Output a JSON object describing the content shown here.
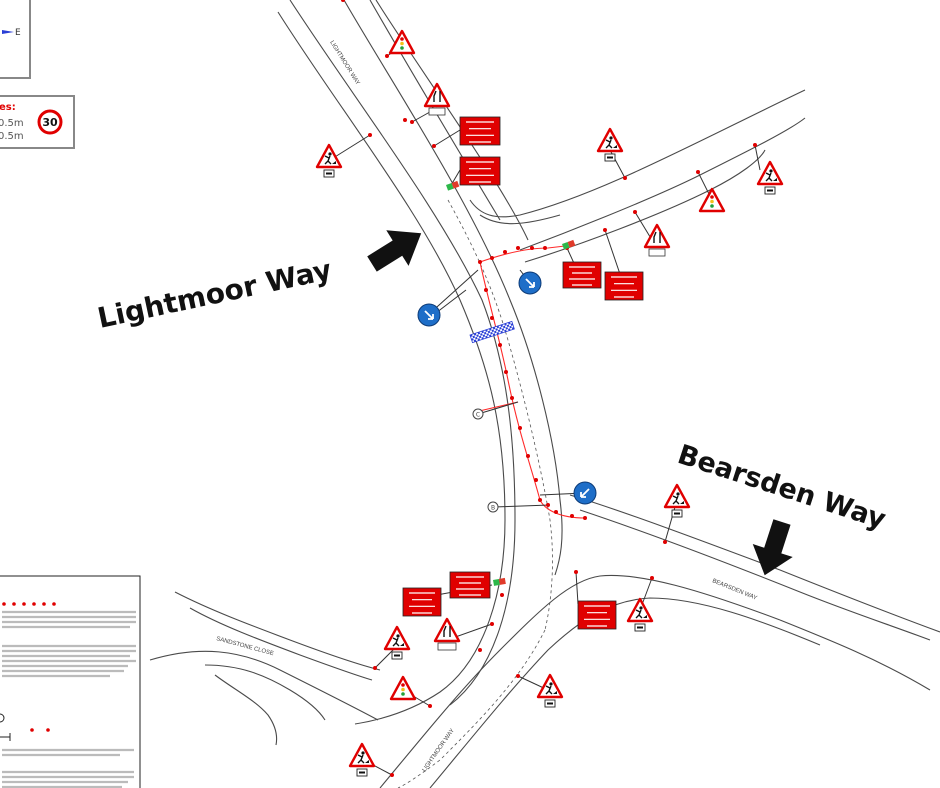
{
  "labels": {
    "lightmoor_way": "Lightmoor Way",
    "bearsden_way": "Bearsden Way"
  },
  "road_names": {
    "lightmoor_top": "LIGHTMOOR WAY",
    "lightmoor_bottom": "LIGHTMOOR WAY",
    "bearsden": "BEARSDEN WAY",
    "sandstone": "SANDSTONE CLOSE"
  },
  "compass": {
    "east": "E"
  },
  "speed_box": {
    "heading": "es:",
    "lines": [
      "0.5m",
      "0.5m"
    ],
    "speed_limit": "30"
  },
  "node_markers": {
    "upper": "C",
    "lower": "B"
  },
  "colors": {
    "sign_red": "#e00000",
    "keep_left_blue": "#1e6ec8",
    "crossing_blue": "#2a3fd6",
    "cone_red": "#ff2a2a",
    "arrow": "#111111"
  },
  "icons": [
    "roadworks-sign-icon",
    "traffic-signals-sign-icon",
    "road-narrows-sign-icon",
    "keep-left-sign-icon",
    "speed-limit-30-icon",
    "information-panel-icon",
    "direction-arrow-icon",
    "compass-arrow-icon"
  ]
}
